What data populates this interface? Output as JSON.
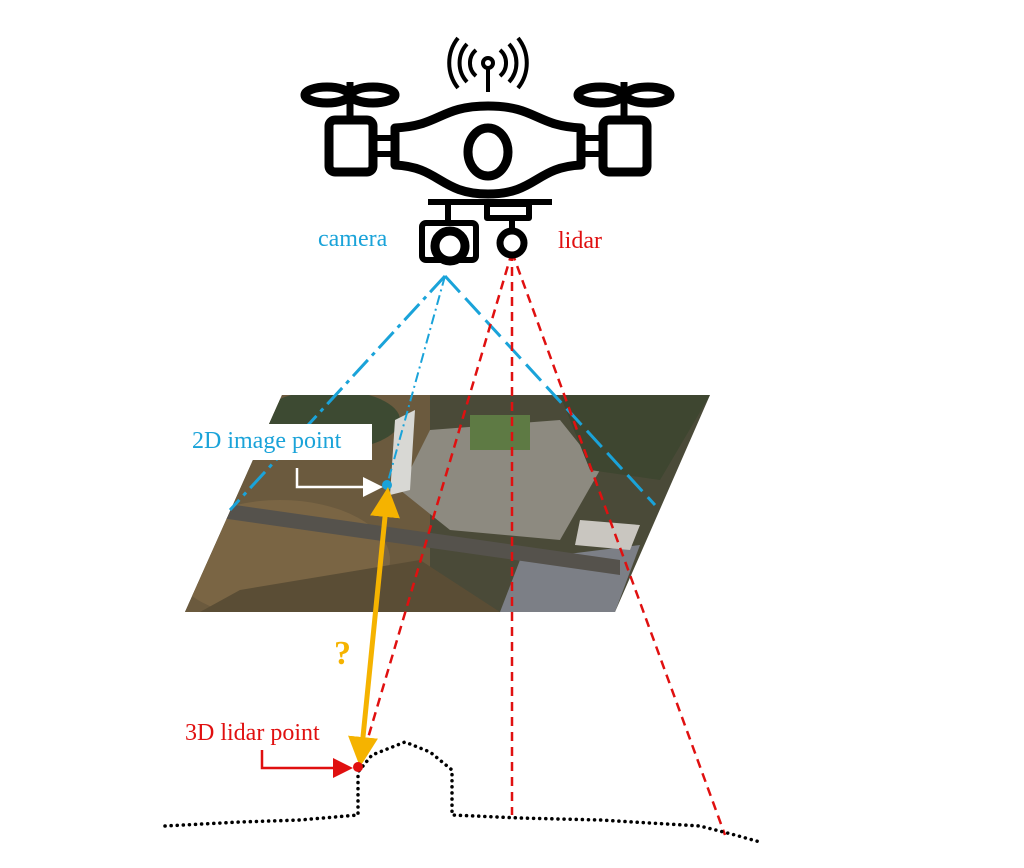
{
  "labels": {
    "camera": "camera",
    "lidar": "lidar",
    "image_point": "2D image point",
    "lidar_point": "3D lidar point",
    "question": "?"
  },
  "colors": {
    "camera": "#1aa3d9",
    "lidar": "#e01010",
    "question": "#f5b300",
    "drone": "#000000"
  },
  "icons": [
    "drone-icon",
    "wifi-signal-icon",
    "camera-icon",
    "lidar-sensor-icon"
  ]
}
